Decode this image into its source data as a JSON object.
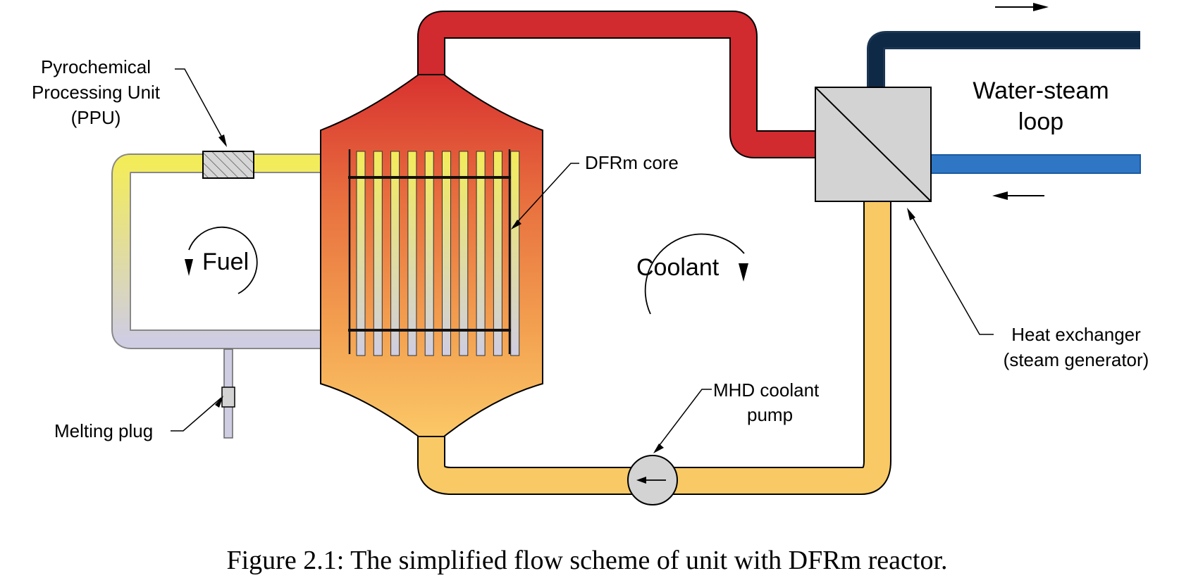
{
  "labels": {
    "ppu_line1": "Pyrochemical",
    "ppu_line2": "Processing Unit",
    "ppu_line3": "(PPU)",
    "core": "DFRm core",
    "fuel": "Fuel",
    "coolant": "Coolant",
    "water_steam_line1": "Water-steam",
    "water_steam_line2": "loop",
    "heat_exchanger_line1": "Heat exchanger",
    "heat_exchanger_line2": "(steam generator)",
    "pump_line1": "MHD coolant",
    "pump_line2": "pump",
    "melting_plug": "Melting plug"
  },
  "caption": "Figure 2.1: The simplified flow scheme of unit with DFRm reactor.",
  "colors": {
    "hot_coolant": "#d12a2f",
    "cold_coolant": "#f9c966",
    "fuel_hot": "#f3ec5a",
    "fuel_cold": "#cfcde2",
    "steam": "#1b3553",
    "water": "#2f77c5",
    "vessel_top": "#d8322f",
    "vessel_bottom": "#fbc867",
    "equipment_gray": "#d3d3d3"
  }
}
